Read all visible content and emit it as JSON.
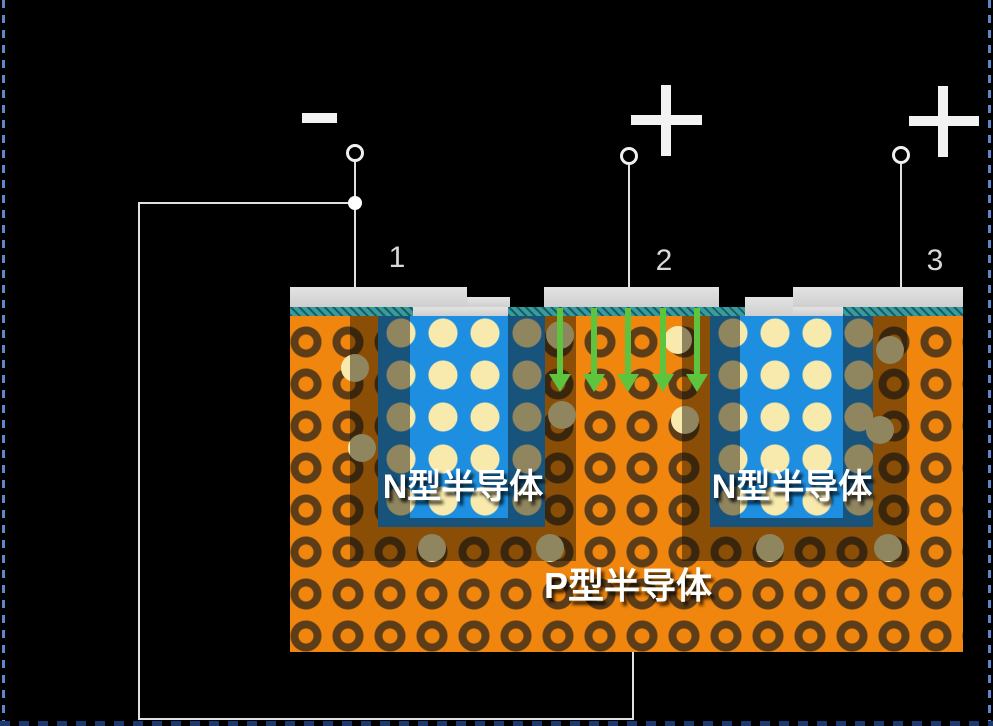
{
  "diagram": {
    "type": "semiconductor-cross-section",
    "terminals": [
      {
        "number": "1",
        "polarity": "-"
      },
      {
        "number": "2",
        "polarity": "+"
      },
      {
        "number": "3",
        "polarity": "+"
      }
    ],
    "regions": {
      "n_well_left": "N型半导体",
      "n_well_right": "N型半导体",
      "p_substrate": "P型半导体"
    },
    "arrow_count": 5,
    "colors": {
      "p_region": "#F0860E",
      "n_region": "#1E8FE0",
      "carrier_dot": "#F8E9AC",
      "oxide_layer": "#379CA0",
      "electrode": "#D8D8D8",
      "field_arrow": "#5EC43E",
      "wire": "#E0E0E0",
      "border_dash": "#5D87C8"
    }
  }
}
